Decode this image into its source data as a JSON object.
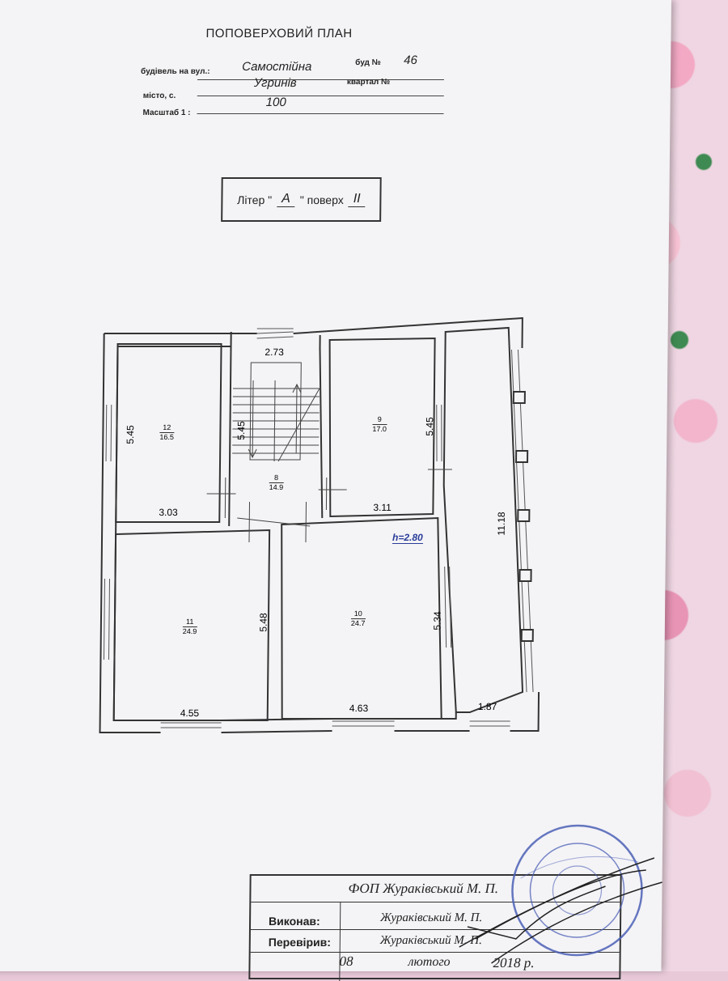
{
  "header": {
    "title": "ПОПОВЕРХОВИЙ ПЛАН",
    "street_label": "будівель на вул.:",
    "street_value": "Самостійна",
    "house_label": "буд №",
    "house_value": "46",
    "city_label": "місто, с.",
    "city_value": "Угринів",
    "block_label": "квартал №",
    "scale_label": "Масштаб 1 :",
    "scale_value": "100"
  },
  "liter_box": {
    "liter_label": "Літер \"",
    "liter_value": "А",
    "floor_label": "\" поверх",
    "floor_value": "ІІ"
  },
  "plan": {
    "height_note": "h=2.80",
    "dimensions": {
      "stair_top_width": "2.73",
      "room12_height": "5.45",
      "stair_height": "5.45",
      "room9_height": "5.45",
      "room12_width": "3.03",
      "room9_width": "3.11",
      "balcony_length": "11.18",
      "room11_height": "5.48",
      "room10_height": "5.34",
      "room11_width": "4.55",
      "room10_width": "4.63",
      "balcony_width": "1.87"
    },
    "rooms": [
      {
        "number": "12",
        "area": "16.5"
      },
      {
        "number": "8",
        "area": "14.9"
      },
      {
        "number": "9",
        "area": "17.0"
      },
      {
        "number": "11",
        "area": "24.9"
      },
      {
        "number": "10",
        "area": "24.7"
      }
    ]
  },
  "stamp": {
    "company": "ФОП Жураківський М. П.",
    "executed_label": "Виконав:",
    "executed_value": "Жураківський М. П.",
    "checked_label": "Перевірив:",
    "checked_value": "Жураківський М. П.",
    "day": "08",
    "month": "лютого",
    "year": "2018 р."
  }
}
